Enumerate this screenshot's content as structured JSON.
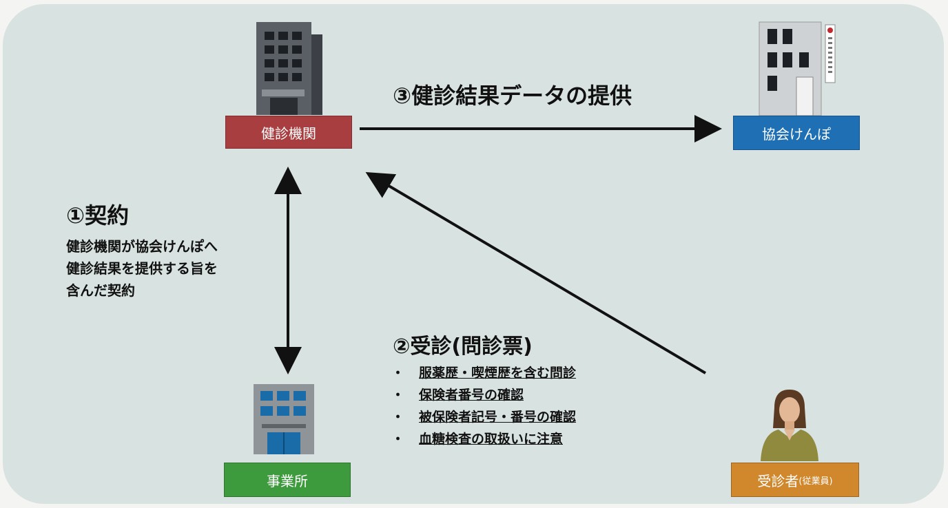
{
  "nodes": {
    "clinic": {
      "label": "健診機関",
      "color": "#a83e40"
    },
    "kyokai": {
      "label": "協会けんぽ",
      "color": "#1f6fb5"
    },
    "employer": {
      "label": "事業所",
      "color": "#3d9a3d"
    },
    "examinee": {
      "label": "受診者",
      "sub": "(従業員)",
      "color": "#d1872b"
    }
  },
  "steps": {
    "contract": {
      "title": "①契約",
      "lines": [
        "健診機関が協会けんぽへ",
        "健診結果を提供する旨を",
        "含んだ契約"
      ]
    },
    "exam": {
      "title": "②受診(問診票)",
      "items": [
        {
          "bullet": "・",
          "text": "服薬歴・喫煙歴を含む問診"
        },
        {
          "bullet": "・",
          "text": "保険者番号の確認"
        },
        {
          "bullet": "・",
          "text": "被保険者記号・番号の確認"
        },
        {
          "bullet": "・",
          "text": "血糖検査の取扱いに注意"
        }
      ]
    },
    "provide": {
      "title": "③健診結果データの提供"
    }
  },
  "icons": {
    "clinic": "office-building-icon",
    "kyokai": "association-building-icon",
    "employer": "company-building-icon",
    "examinee": "person-icon"
  }
}
